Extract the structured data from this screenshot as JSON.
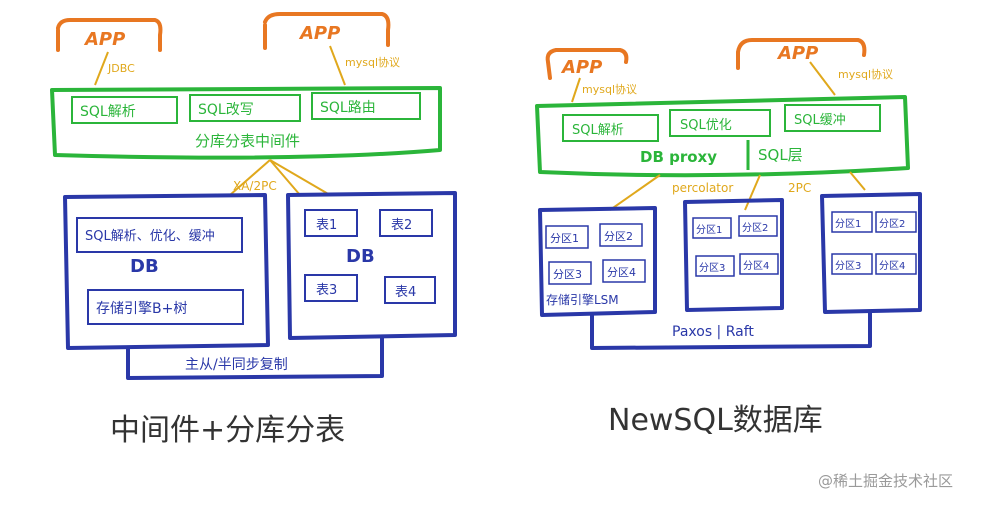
{
  "left": {
    "app1": "APP",
    "app2": "APP",
    "conn1": "JDBC",
    "conn2": "mysql协议",
    "modules": [
      "SQL解析",
      "SQL改写",
      "SQL路由"
    ],
    "middleware": "分库分表中间件",
    "xa": "XA/2PC",
    "db1_box": "SQL解析、优化、缓冲",
    "db1_label": "DB",
    "db1_engine": "存储引擎B+树",
    "db2_label": "DB",
    "tables": [
      "表1",
      "表2",
      "表3",
      "表4"
    ],
    "replication": "主从/半同步复制",
    "caption": "中间件+分库分表"
  },
  "right": {
    "app1": "APP",
    "app2": "APP",
    "conn1": "mysql协议",
    "conn2": "mysql协议",
    "modules": [
      "SQL解析",
      "SQL优化",
      "SQL缓冲"
    ],
    "proxy": "DB proxy",
    "sql_layer": "SQL层",
    "percolator": "percolator",
    "twopc": "2PC",
    "nodes": [
      {
        "shards": [
          "分区1",
          "分区2",
          "分区3",
          "分区4"
        ],
        "engine": "存储引擎LSM"
      },
      {
        "shards": [
          "分区1",
          "分区2",
          "分区3",
          "分区4"
        ]
      },
      {
        "shards": [
          "分区1",
          "分区2",
          "分区3",
          "分区4"
        ]
      }
    ],
    "consensus": "Paxos | Raft",
    "caption": "NewSQL数据库"
  },
  "watermark": "@稀土掘金技术社区"
}
